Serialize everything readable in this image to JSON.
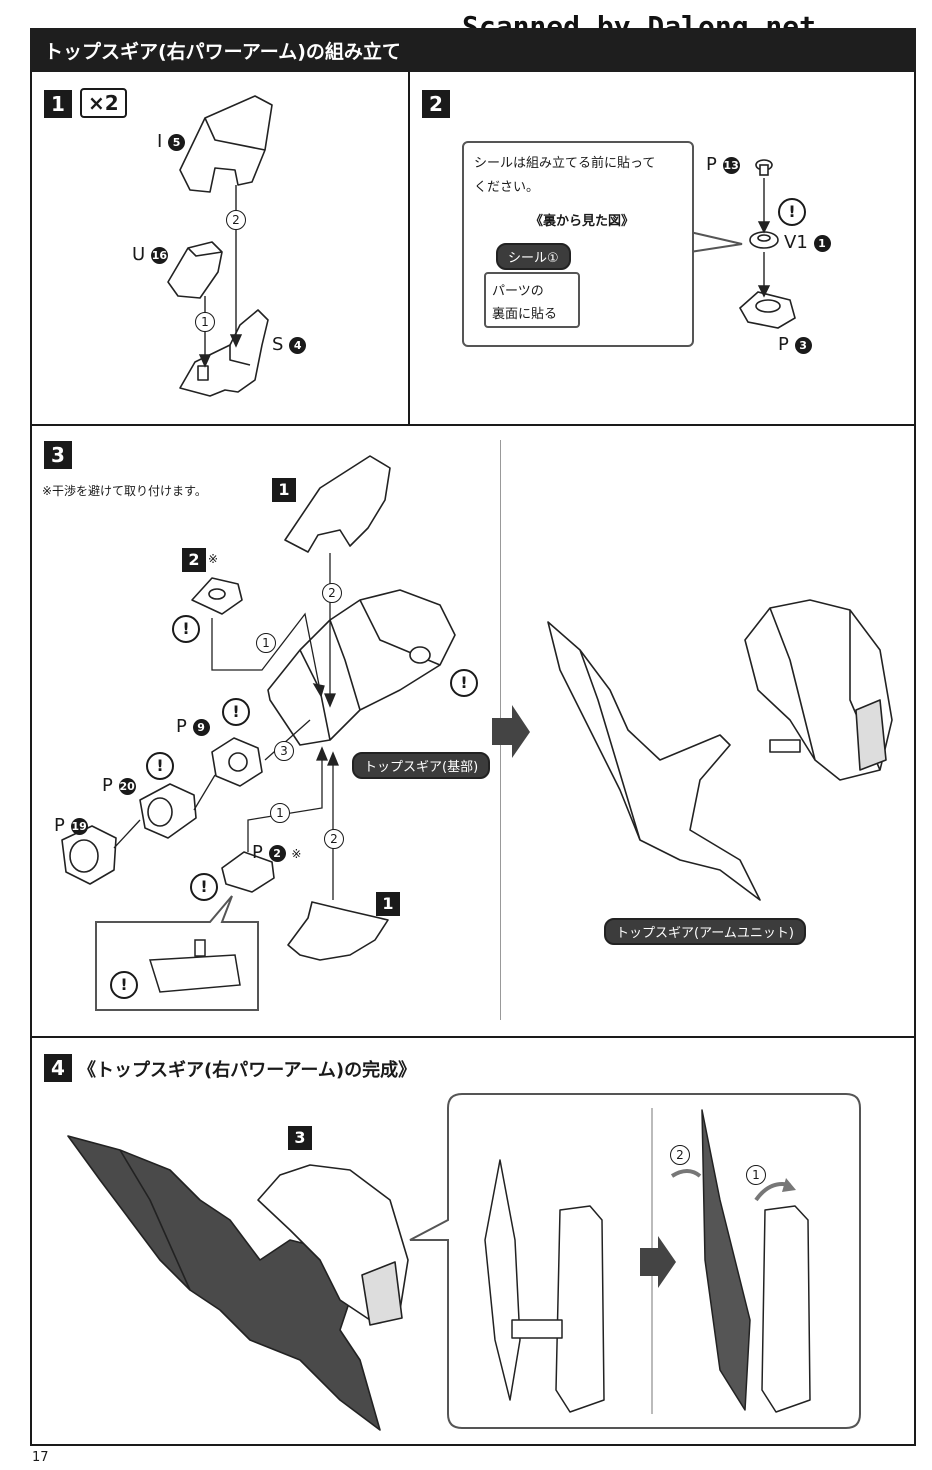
{
  "watermark": "Scanned by Dalong.net",
  "header": {
    "title": "トップスギア(右パワーアーム)の組み立て"
  },
  "step1": {
    "number": "1",
    "quantity": "×2",
    "parts": {
      "i": "I",
      "i_num": "5",
      "u": "U",
      "u_num": "16",
      "s": "S",
      "s_num": "4"
    },
    "order": [
      "1",
      "2"
    ]
  },
  "step2": {
    "number": "2",
    "callout_text_1": "シールは組み立てる前に貼って",
    "callout_text_2": "ください。",
    "view_label": "《裏から見た図》",
    "seal_label": "シール①",
    "back_label_1": "パーツの",
    "back_label_2": "裏面に貼る",
    "parts": {
      "p13": "P",
      "p13_num": "13",
      "v1": "V1",
      "v1_num": "1",
      "p3": "P",
      "p3_num": "3"
    }
  },
  "step3": {
    "number": "3",
    "note": "※干渉を避けて取り付けます。",
    "ref_1_top": "1",
    "ref_2": "2",
    "ref_2_mark": "※",
    "ref_1_bottom": "1",
    "parts": {
      "p9": "P",
      "p9_num": "9",
      "p20": "P",
      "p20_num": "20",
      "p19": "P",
      "p19_num": "19",
      "p2": "P",
      "p2_num": "2",
      "p2_mark": "※"
    },
    "base_label": "トップスギア(基部)",
    "result_label": "トップスギア(アームユニット)"
  },
  "step4": {
    "number": "4",
    "title": "《トップスギア(右パワーアーム)の完成》",
    "ref_3": "3"
  },
  "page_number": "17"
}
